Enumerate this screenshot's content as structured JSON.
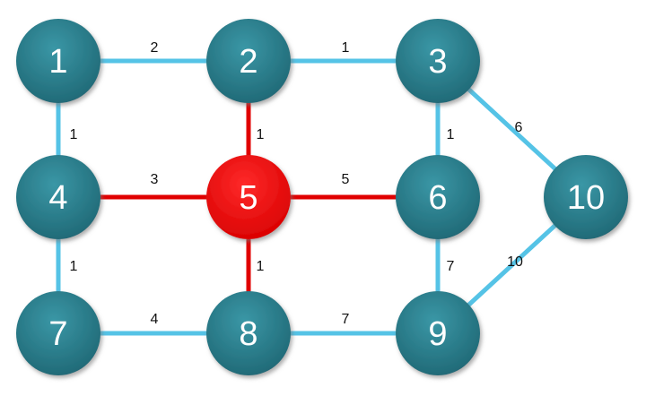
{
  "colors": {
    "node_fill": "#2a7d8c",
    "node_highlight": "#ee0000",
    "edge_default": "#55c3e6",
    "edge_highlight": "#e00000",
    "node_shadow": "#9a9a9a"
  },
  "graph": {
    "nodes": [
      {
        "id": "1",
        "label": "1",
        "highlight": false
      },
      {
        "id": "2",
        "label": "2",
        "highlight": false
      },
      {
        "id": "3",
        "label": "3",
        "highlight": false
      },
      {
        "id": "4",
        "label": "4",
        "highlight": false
      },
      {
        "id": "5",
        "label": "5",
        "highlight": true
      },
      {
        "id": "6",
        "label": "6",
        "highlight": false
      },
      {
        "id": "7",
        "label": "7",
        "highlight": false
      },
      {
        "id": "8",
        "label": "8",
        "highlight": false
      },
      {
        "id": "9",
        "label": "9",
        "highlight": false
      },
      {
        "id": "10",
        "label": "10",
        "highlight": false
      }
    ],
    "edges": [
      {
        "from": "1",
        "to": "2",
        "weight": "2",
        "highlight": false
      },
      {
        "from": "2",
        "to": "3",
        "weight": "1",
        "highlight": false
      },
      {
        "from": "1",
        "to": "4",
        "weight": "1",
        "highlight": false
      },
      {
        "from": "2",
        "to": "5",
        "weight": "1",
        "highlight": true
      },
      {
        "from": "3",
        "to": "6",
        "weight": "1",
        "highlight": false
      },
      {
        "from": "3",
        "to": "10",
        "weight": "6",
        "highlight": false
      },
      {
        "from": "4",
        "to": "5",
        "weight": "3",
        "highlight": true
      },
      {
        "from": "5",
        "to": "6",
        "weight": "5",
        "highlight": true
      },
      {
        "from": "4",
        "to": "7",
        "weight": "1",
        "highlight": false
      },
      {
        "from": "5",
        "to": "8",
        "weight": "1",
        "highlight": true
      },
      {
        "from": "6",
        "to": "9",
        "weight": "7",
        "highlight": false
      },
      {
        "from": "7",
        "to": "8",
        "weight": "4",
        "highlight": false
      },
      {
        "from": "8",
        "to": "9",
        "weight": "7",
        "highlight": false
      },
      {
        "from": "9",
        "to": "10",
        "weight": "10",
        "highlight": false
      }
    ]
  }
}
